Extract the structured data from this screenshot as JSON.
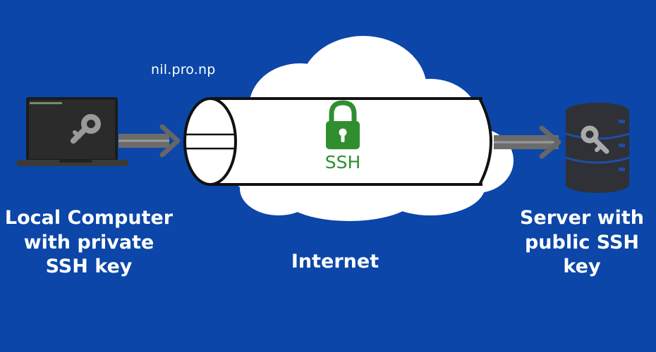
{
  "watermark": "nil.pro.np",
  "local_label": [
    "Local Computer",
    "with private",
    "SSH key"
  ],
  "internet_label": "Internet",
  "server_label": [
    "Server with",
    "public SSH",
    "key"
  ],
  "tunnel_label": "SSH",
  "colors": {
    "background": "#0b46a8",
    "cloud": "#ffffff",
    "tunnel_outline": "#111111",
    "lock": "#2f8f2f",
    "arrow": "#666666",
    "laptop_body": "#2b2b2b",
    "server_body": "#2f3136",
    "key": "#9a9a9a"
  },
  "icons": {
    "laptop": "laptop-icon",
    "server": "database-server-icon",
    "lock": "padlock-icon",
    "key": "key-icon",
    "cloud": "cloud-icon"
  }
}
